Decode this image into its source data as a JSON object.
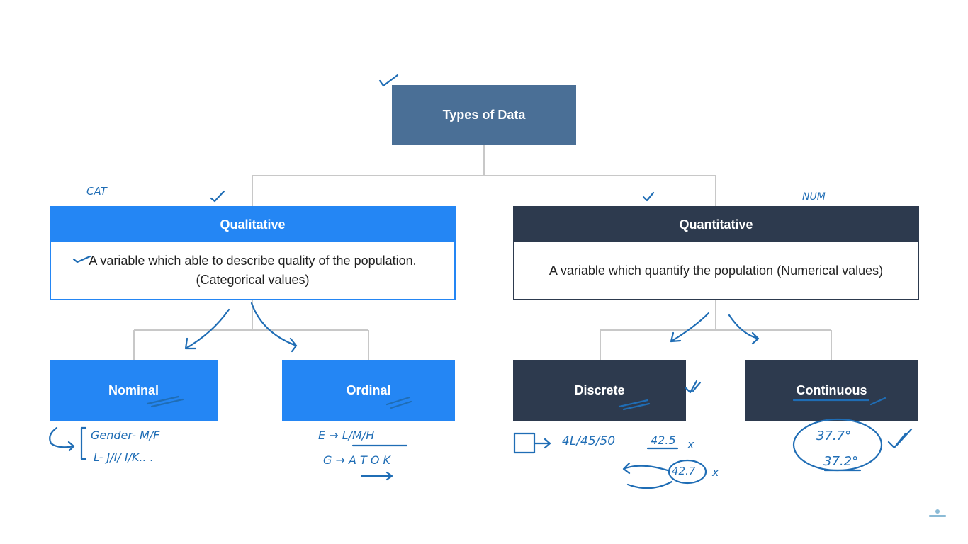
{
  "diagram": {
    "root": {
      "label": "Types of Data"
    },
    "qualitative": {
      "label": "Qualitative",
      "description": "A variable which able to describe quality of the population. (Categorical values)"
    },
    "quantitative": {
      "label": "Quantitative",
      "description": "A variable which  quantify the population (Numerical values)"
    },
    "leaves": {
      "nominal": "Nominal",
      "ordinal": "Ordinal",
      "discrete": "Discrete",
      "continuous": "Continuous"
    }
  },
  "annotations": {
    "cat": "CAT",
    "num": "NUM",
    "nominal_note_1": "Gender- M/F",
    "nominal_note_2": "L- J/I/ I/K..  .",
    "ordinal_note_1": "E → L/M/H",
    "ordinal_note_2": "G → A T O K",
    "discrete_note": "4L/45/50",
    "discrete_val_1": "42.5",
    "discrete_val_2": "42.7",
    "discrete_x": "x",
    "continuous_val_1": "37.7°",
    "continuous_val_2": "37.2°"
  },
  "colors": {
    "root": "#4a6f96",
    "qualitative": "#2486f4",
    "quantitative": "#2d3a4e",
    "ink": "#1f6db5",
    "connector": "#c8c8c8"
  }
}
